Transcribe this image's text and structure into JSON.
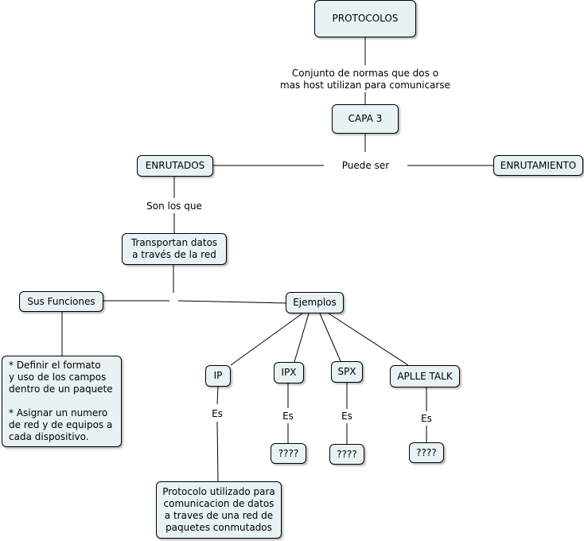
{
  "nodes": {
    "protocolos": "PROTOCOLOS",
    "capa3": "CAPA 3",
    "enrutados": "ENRUTADOS",
    "enrutamiento": "ENRUTAMIENTO",
    "transportan": "Transportan datos\na través de la red",
    "sus_funciones": "Sus Funciones",
    "ejemplos": "Ejemplos",
    "funciones_texto": "* Definir el formato\ny uso de los campos\ndentro de un paquete\n\n* Asignar un numero\n de red y de equipos a\n cada dispositivo.",
    "ip": "IP",
    "ipx": "IPX",
    "spx": "SPX",
    "apple_talk": "APLLE TALK",
    "ipx_q": "????",
    "spx_q": "????",
    "apple_q": "????",
    "ip_def": "Protocolo utilizado para\ncomunicacion de datos\na traves de una red de\npaquetes conmutados"
  },
  "links": {
    "conjunto": "Conjunto de normas que dos o\nmas host utilizan para comunicarse",
    "puede_ser": "Puede ser",
    "son_los_que": "Son los que",
    "es_ip": "Es",
    "es_ipx": "Es",
    "es_spx": "Es",
    "es_apple": "Es"
  }
}
